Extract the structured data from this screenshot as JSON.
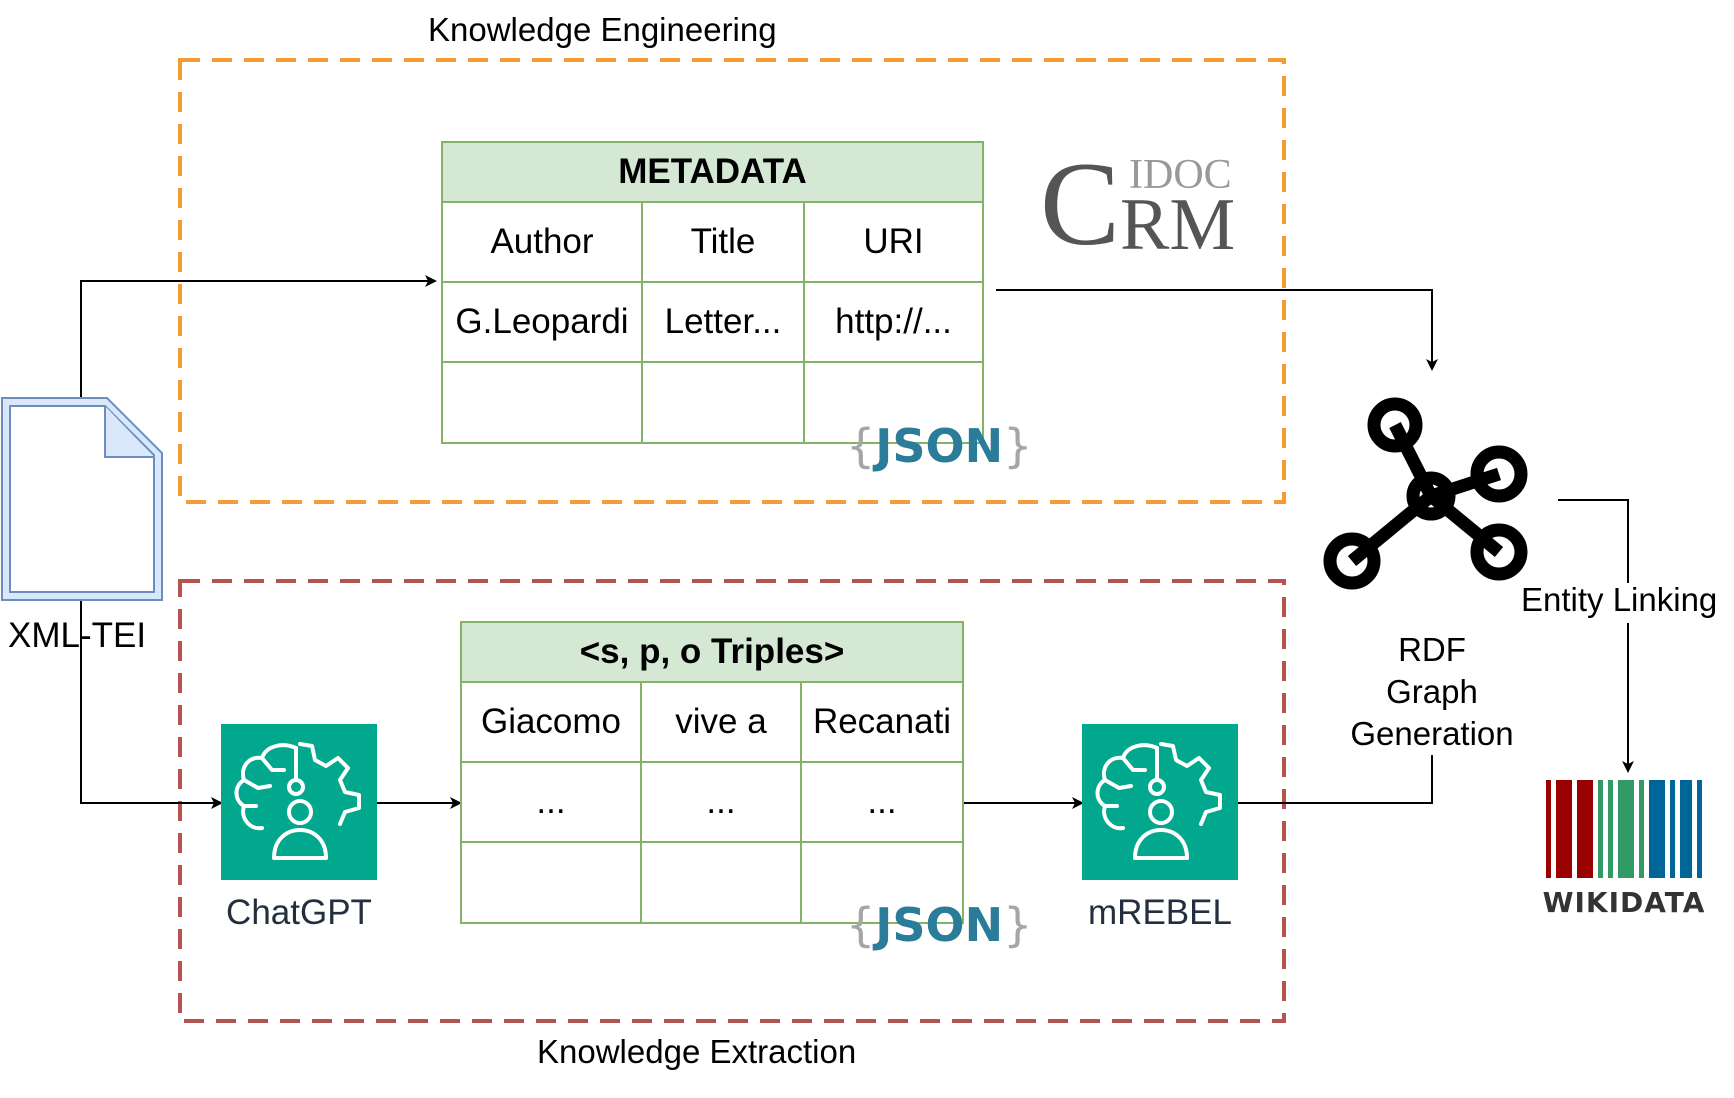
{
  "sections": {
    "knowledge_engineering_title": "Knowledge Engineering",
    "knowledge_extraction_title": "Knowledge Extraction"
  },
  "source": {
    "label": "XML-TEI"
  },
  "metadata_table": {
    "title": "METADATA",
    "headers": [
      "Author",
      "Title",
      "URI"
    ],
    "rows": [
      [
        "G.Leopardi",
        "Letter...",
        "http://..."
      ],
      [
        "",
        "",
        ""
      ]
    ]
  },
  "triples_table": {
    "title": "<s, p, o Triples>",
    "rows": [
      [
        "Giacomo",
        "vive a",
        "Recanati"
      ],
      [
        "...",
        "...",
        "..."
      ],
      [
        "",
        "",
        ""
      ]
    ]
  },
  "json_badge": {
    "open": "{",
    "word": "JSON",
    "close": "}"
  },
  "cidoc_logo": {
    "top": "IDOC",
    "big_c": "C",
    "bottom": "RM"
  },
  "chatgpt": {
    "label": "ChatGPT"
  },
  "mrebel": {
    "label": "mREBEL"
  },
  "rdf": {
    "line1": "RDF",
    "line2": "Graph",
    "line3": "Generation"
  },
  "entity_linking": {
    "label": "Entity Linking"
  },
  "wikidata": {
    "label": "WIKIDATA"
  },
  "colors": {
    "engineering_border": "#f39c34",
    "extraction_border": "#b85450",
    "table_border": "#82b366",
    "table_header": "#d5e8d4",
    "ai_icon_bg": "#01a88d",
    "doc_fill": "#dae8fc",
    "doc_stroke": "#6c8ebf",
    "wikidata_red": "#990000",
    "wikidata_green": "#339966",
    "wikidata_blue": "#006699"
  }
}
